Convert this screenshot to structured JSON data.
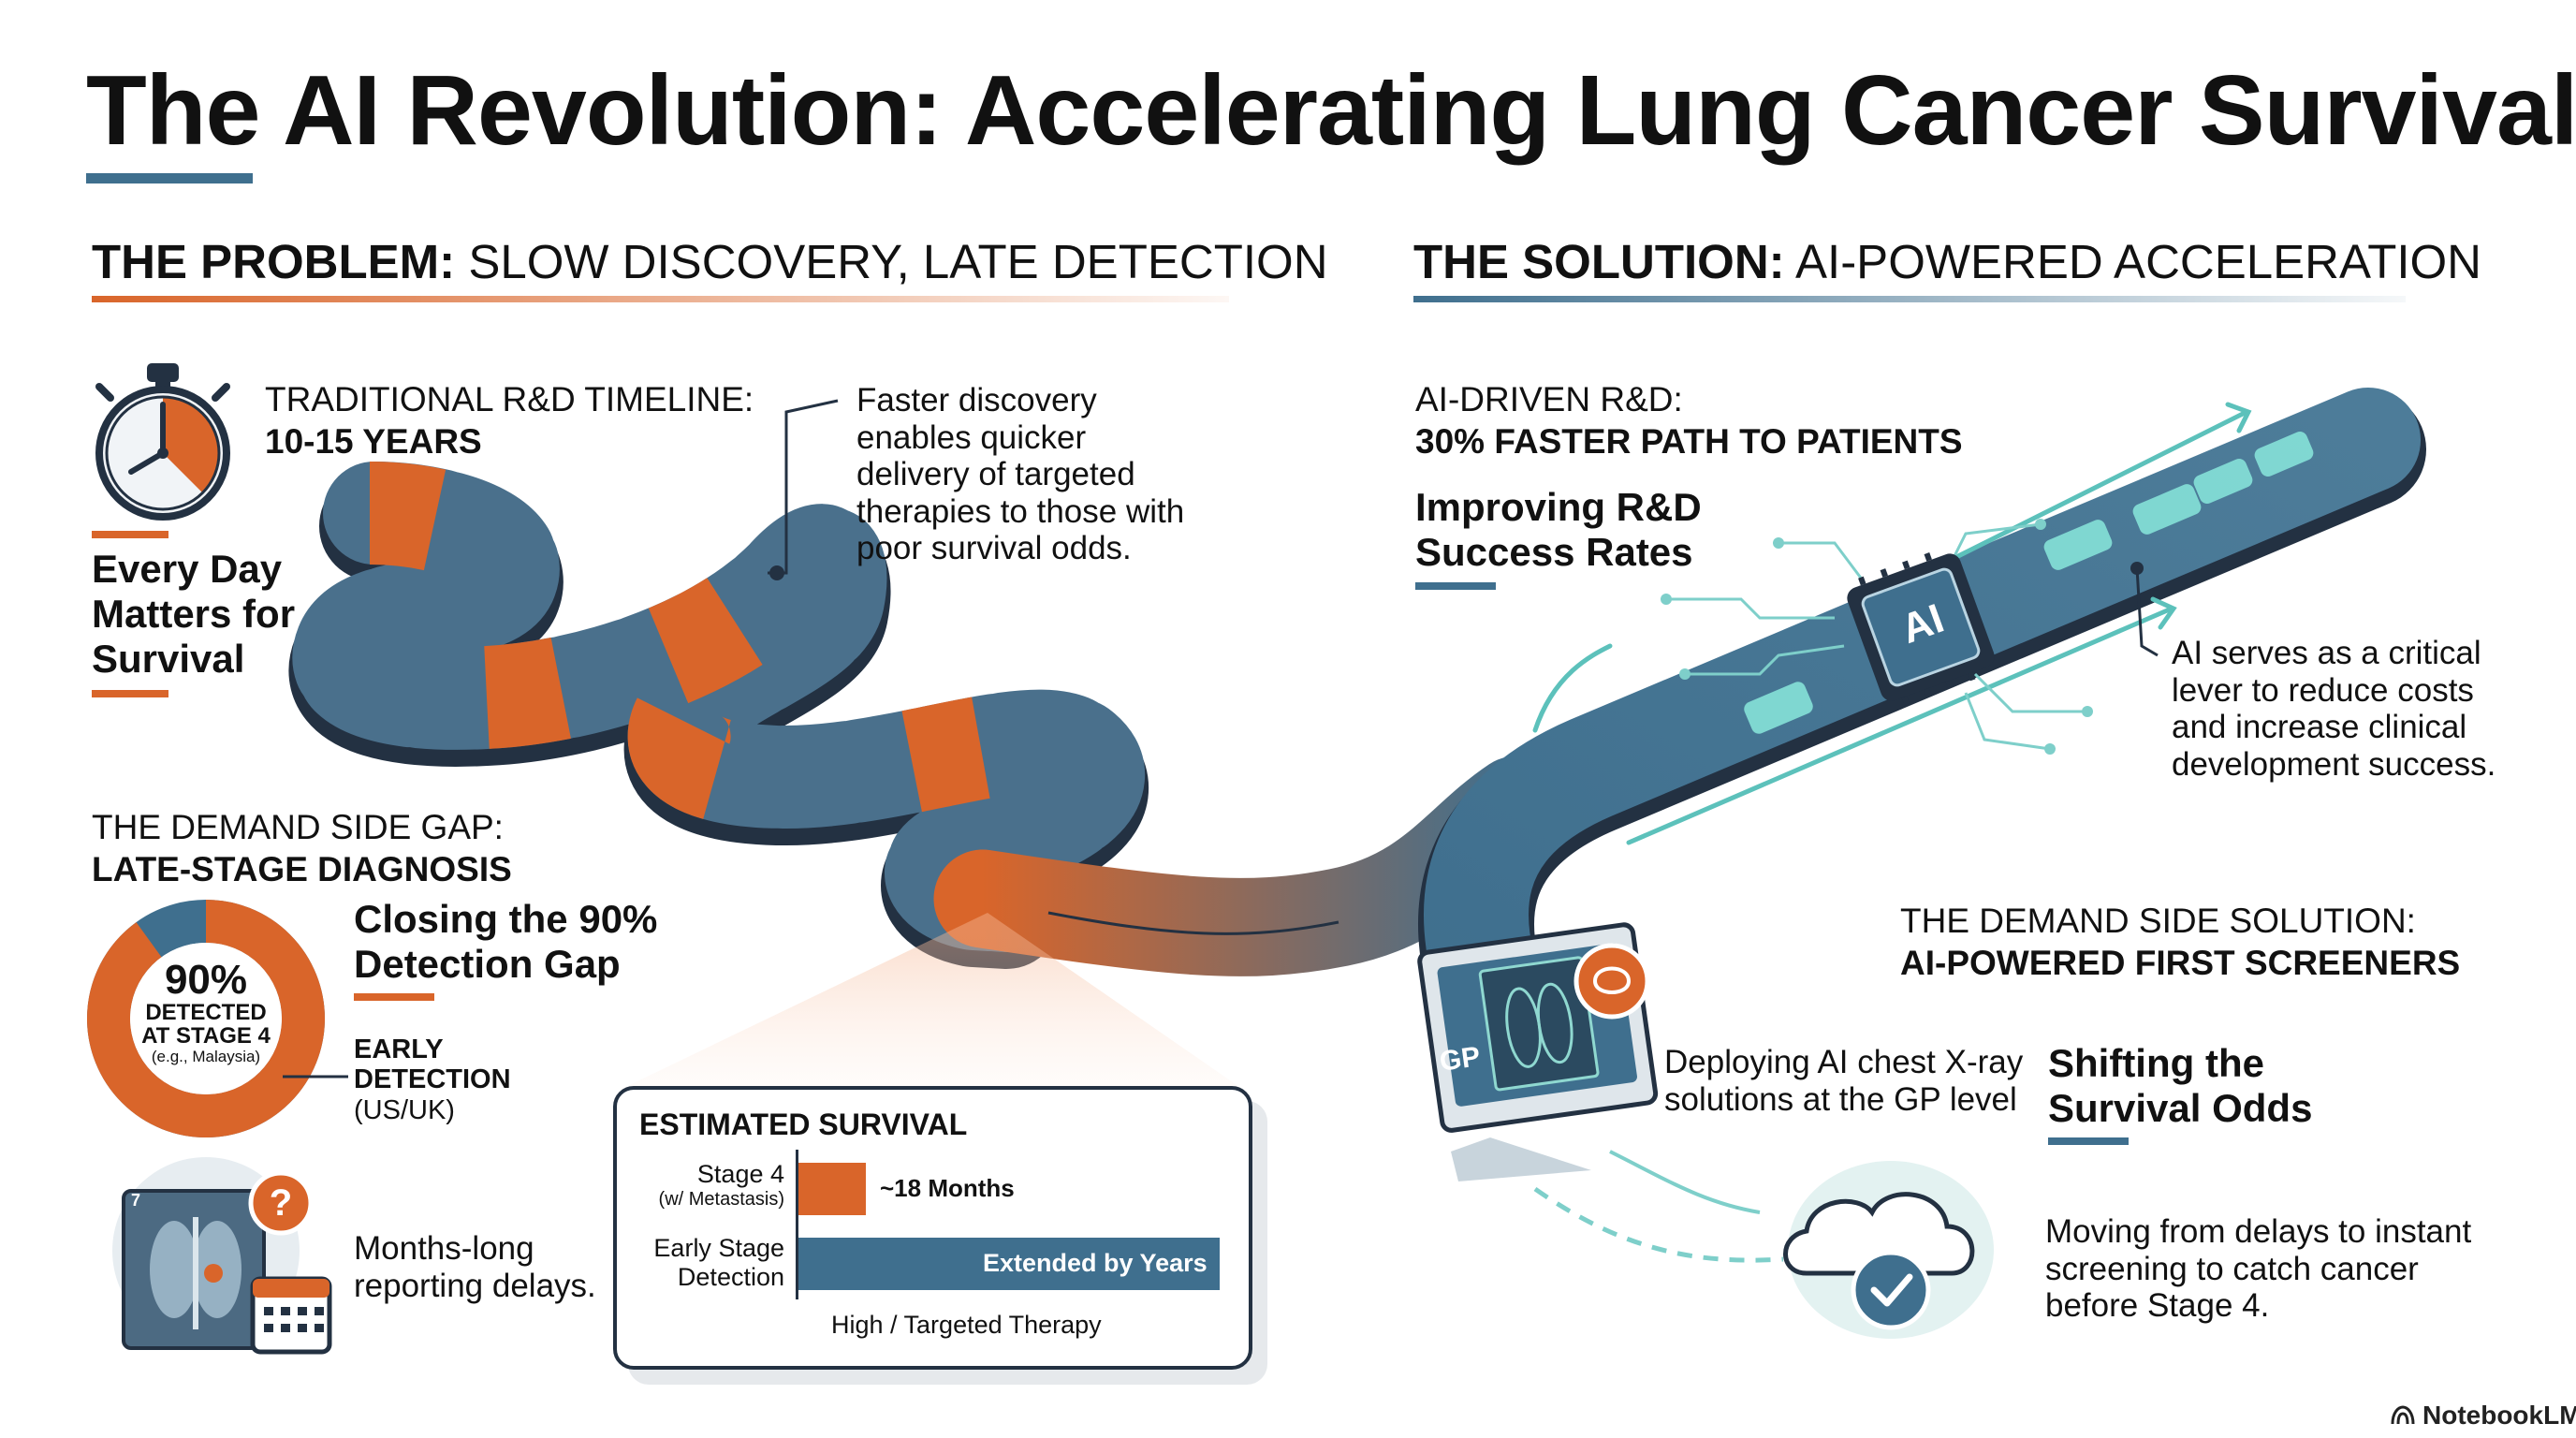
{
  "title": "The AI Revolution: Accelerating Lung Cancer Survival",
  "problem": {
    "heading_bold": "THE PROBLEM:",
    "heading_rest": " SLOW DISCOVERY, LATE DETECTION",
    "rd_timeline_label": "TRADITIONAL R&D TIMELINE:",
    "rd_timeline_value": "10-15 YEARS",
    "every_day": [
      "Every Day",
      "Matters for",
      "Survival"
    ],
    "road_callout": [
      "Faster discovery",
      "enables quicker",
      "delivery of targeted",
      "therapies to those with",
      "poor survival odds."
    ],
    "demand_gap_label": "THE DEMAND SIDE GAP:",
    "demand_gap_value": "LATE-STAGE DIAGNOSIS",
    "donut_percent": "90%",
    "donut_value": 90,
    "donut_line1": "DETECTED",
    "donut_line2": "AT STAGE 4",
    "donut_note": "(e.g., Malaysia)",
    "closing_gap": [
      "Closing the 90%",
      "Detection Gap"
    ],
    "early_detection": [
      "EARLY",
      "DETECTION"
    ],
    "early_region": "(US/UK)",
    "xray_marker": "7",
    "delays": [
      "Months-long",
      "reporting delays."
    ]
  },
  "survival": {
    "title": "ESTIMATED SURVIVAL",
    "row1_label": "Stage 4",
    "row1_sub": "(w/ Metastasis)",
    "row1_value": "~18 Months",
    "row2_label": [
      "Early Stage",
      "Detection"
    ],
    "row2_value": "Extended by Years",
    "footnote": "High / Targeted Therapy"
  },
  "solution": {
    "heading_bold": "THE SOLUTION:",
    "heading_rest": " AI-POWERED ACCELERATION",
    "rd_label": "AI-DRIVEN R&D:",
    "rd_value": "30% FASTER PATH TO PATIENTS",
    "improving": [
      "Improving R&D",
      "Success Rates"
    ],
    "chip_label": "AI",
    "lever": [
      "AI serves as a critical",
      "lever to reduce costs",
      "and increase clinical",
      "development success."
    ],
    "demand_label": "THE DEMAND SIDE SOLUTION:",
    "demand_value": "AI-POWERED FIRST SCREENERS",
    "gp_label": "GP",
    "deploying": [
      "Deploying AI chest X-ray",
      "solutions at the GP level"
    ],
    "shifting": [
      "Shifting the",
      "Survival Odds"
    ],
    "moving": [
      "Moving from delays to instant",
      "screening to catch cancer",
      "before Stage 4."
    ]
  },
  "footer": "NotebookLM",
  "colors": {
    "orange": "#d9652a",
    "navy": "#3f6f8e",
    "teal": "#4fb8b0",
    "dark": "#233142"
  }
}
